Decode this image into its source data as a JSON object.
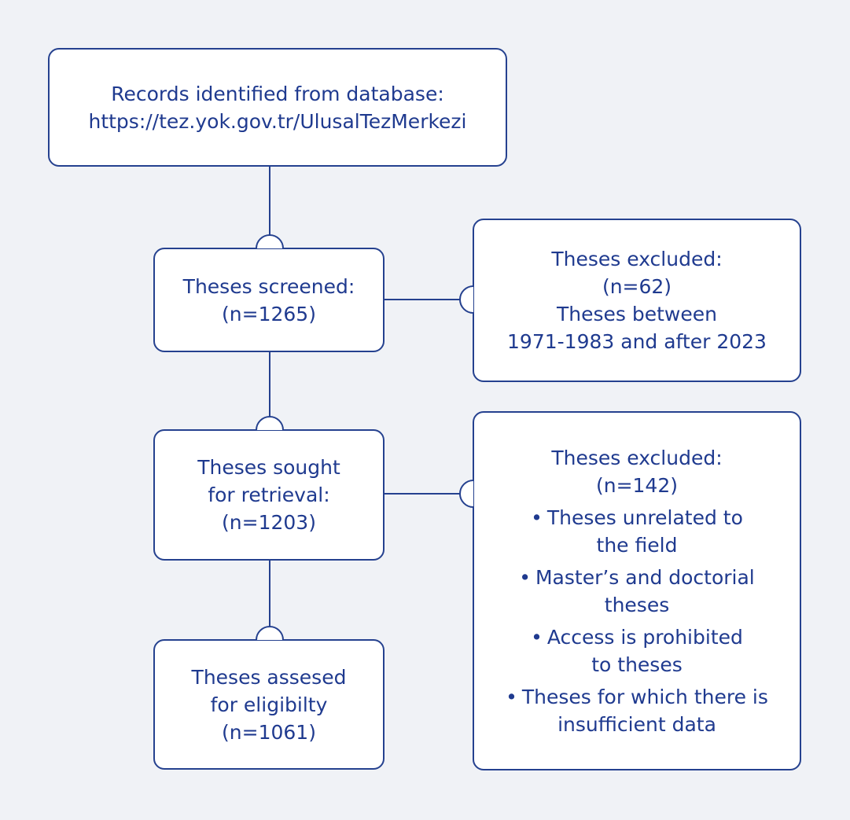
{
  "diagram": {
    "records": {
      "lines": [
        "Records identified from database:",
        "https://tez.yok.gov.tr/UlusalTezMerkezi"
      ]
    },
    "screened": {
      "lines": [
        "Theses screened:",
        "(n=1265)"
      ]
    },
    "excluded_1": {
      "lines": [
        "Theses excluded:",
        "(n=62)",
        "Theses between",
        "1971-1983 and after 2023"
      ]
    },
    "sought": {
      "lines": [
        "Theses sought",
        "for retrieval:",
        "(n=1203)"
      ]
    },
    "excluded_2": {
      "lines": [
        "Theses excluded:",
        "(n=142)"
      ],
      "bullets": [
        {
          "lines": [
            "Theses unrelated to",
            "the field"
          ]
        },
        {
          "lines": [
            "Master’s and doctorial",
            "theses"
          ]
        },
        {
          "lines": [
            "Access is prohibited",
            "to theses"
          ]
        },
        {
          "lines": [
            "Theses for which there is",
            "insufficient data"
          ]
        }
      ],
      "bullet_symbol": "•"
    },
    "assessed": {
      "lines": [
        "Theses assesed",
        "for eligibilty",
        "(n=1061)"
      ]
    },
    "colors": {
      "background": "#f0f2f6",
      "box_fill": "#ffffff",
      "stroke": "#25418f",
      "text": "#1f3a8f"
    }
  }
}
